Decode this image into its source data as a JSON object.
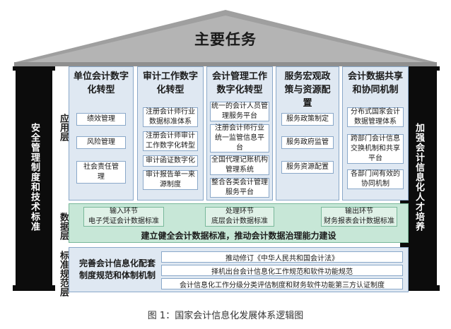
{
  "roof": {
    "title": "主要任务"
  },
  "pillars": {
    "left": "安全管理制度和技术标准",
    "right": "加强会计信息化人才培养"
  },
  "layers": {
    "application": "应用层",
    "data": "数据层",
    "standard": "标准规范层"
  },
  "columns": [
    {
      "title": "单位会计数字化转型",
      "items": [
        "绩效管理",
        "风险管理",
        "社会责任管理"
      ]
    },
    {
      "title": "审计工作数字化转型",
      "items": [
        "注册会计师行业数据标准体系",
        "注册会计师审计工作数字化转型",
        "审计函证数字化",
        "审计报告单一来源制度"
      ]
    },
    {
      "title": "会计管理工作数字化转型",
      "items": [
        "统一的会计人员管理服务平台",
        "注册会计师行业统一监管信息平台",
        "全国代理记账机构管理系统",
        "整合各类会计管理服务平台"
      ]
    },
    {
      "title": "服务宏观政策与资源配置",
      "items": [
        "服务政策制定",
        "服务政府监管",
        "服务资源配置"
      ]
    },
    {
      "title": "会计数据共享和协同机制",
      "items": [
        "分布式国家会计数据管理体系",
        "跨部门会计信息交换机制和共享平台",
        "各部门间有效的协同机制"
      ]
    }
  ],
  "data_layer": {
    "items": [
      {
        "line1": "输入环节",
        "line2": "电子凭证会计数据标准"
      },
      {
        "line1": "处理环节",
        "line2": "底层会计数据标准"
      },
      {
        "line1": "输出环节",
        "line2": "财务报表会计数据标准"
      }
    ],
    "summary": "建立健全会计数据标准，推动会计数据治理能力建设"
  },
  "standard_layer": {
    "main": "完善会计信息化配套制度规范和体制机制",
    "items": [
      "推动修订《中华人民共和国会计法》",
      "择机出台会计信息化工作规范和软件功能规范",
      "会计信息化工作分级分类评估制度和财务软件功能第三方认证制度"
    ]
  },
  "caption": "图 1：国家会计信息化发展体系逻辑图",
  "colors": {
    "roof_grey": "#a7a7a7",
    "pillar_black": "#0c0c0c",
    "app_blue": "#dfe8f2",
    "data_green": "#c7e7d7",
    "border_blue": "#8aa8c9"
  }
}
